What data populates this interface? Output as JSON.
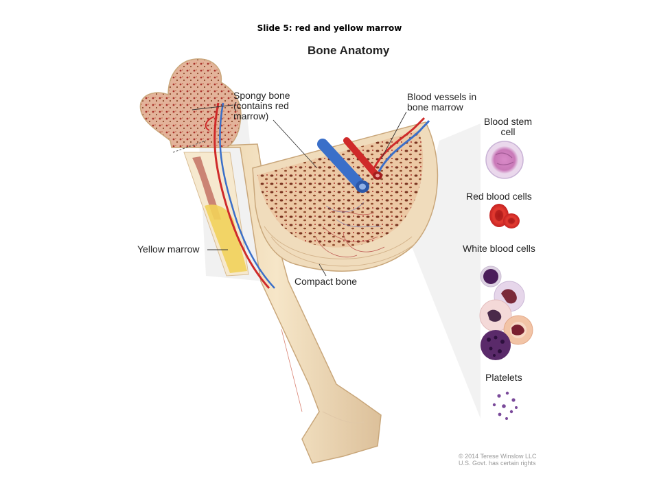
{
  "slide": {
    "title": "Slide 5: red and yellow marrow"
  },
  "diagram": {
    "title": "Bone Anatomy",
    "labels": {
      "spongy_bone": [
        "Spongy bone",
        "(contains red",
        "marrow)"
      ],
      "blood_vessels": [
        "Blood vessels in",
        "bone marrow"
      ],
      "yellow_marrow": "Yellow marrow",
      "compact_bone": "Compact bone",
      "blood_stem_cell": [
        "Blood stem",
        "cell"
      ],
      "red_blood_cells": "Red blood cells",
      "white_blood_cells": "White blood cells",
      "platelets": "Platelets"
    },
    "credit": [
      "© 2014 Terese Winslow LLC",
      "U.S. Govt. has certain rights"
    ]
  },
  "colors": {
    "bone": "#f3dfbf",
    "bone_shadow": "#dcc09a",
    "spongy": "#c98466",
    "marrow_red": "#a8322a",
    "yellow_marrow": "#f2d25a",
    "artery": "#cf2a2a",
    "vein": "#3a6fc9",
    "stem_cell": "#c979b8",
    "white_cell": "#5a2a6a",
    "platelet": "#7a4a9a"
  }
}
